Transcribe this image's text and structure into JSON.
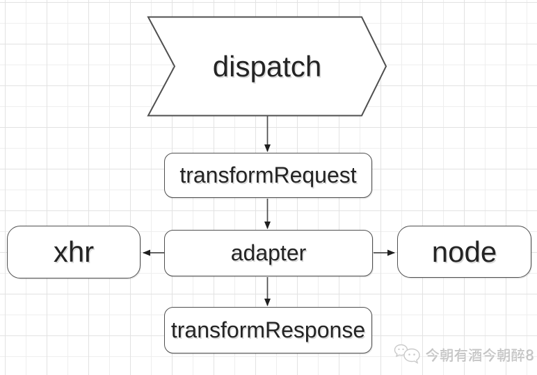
{
  "diagram": {
    "type": "flowchart",
    "nodes": {
      "dispatch": {
        "label": "dispatch",
        "shape": "step-chevron"
      },
      "transform_request": {
        "label": "transformRequest",
        "shape": "rounded-rect"
      },
      "adapter": {
        "label": "adapter",
        "shape": "rounded-rect"
      },
      "xhr": {
        "label": "xhr",
        "shape": "rounded-rect"
      },
      "node": {
        "label": "node",
        "shape": "rounded-rect"
      },
      "transform_response": {
        "label": "transformResponse",
        "shape": "rounded-rect"
      }
    },
    "edges": [
      {
        "from": "dispatch",
        "to": "transformRequest",
        "direction": "down"
      },
      {
        "from": "transformRequest",
        "to": "adapter",
        "direction": "down"
      },
      {
        "from": "adapter",
        "to": "xhr",
        "direction": "left"
      },
      {
        "from": "adapter",
        "to": "node",
        "direction": "right"
      },
      {
        "from": "adapter",
        "to": "transformResponse",
        "direction": "down"
      }
    ],
    "colors": {
      "shape_border": "#4f4f4f",
      "shape_fill": "#ffffff",
      "text": "#242424",
      "connector": "#4d4d4d",
      "arrowhead": "#1f1f1f",
      "grid_major": "#e2e2e2",
      "grid_minor": "#eeeeee",
      "background": "#ffffff"
    }
  },
  "watermark": {
    "icon": "wechat-chat-bubbles-icon",
    "text": "今朝有酒今朝醉8",
    "color": "#c6c6c6"
  }
}
